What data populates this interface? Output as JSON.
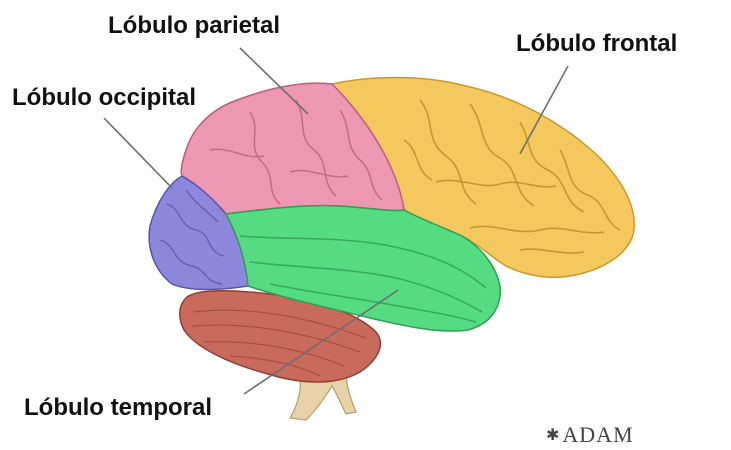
{
  "labels": {
    "parietal": "Lóbulo parietal",
    "frontal": "Lóbulo frontal",
    "occipital": "Lóbulo occipital",
    "temporal": "Lóbulo temporal"
  },
  "logo": {
    "mark": "✱",
    "text": "ADAM"
  },
  "colors": {
    "frontal": "#f5c85e",
    "parietal": "#ee97b3",
    "occipital": "#8c86dc",
    "temporal": "#55dc82",
    "cerebellum": "#c86a5c",
    "brainstem": "#e8d2a8",
    "leader_line": "#6e6e6e"
  }
}
